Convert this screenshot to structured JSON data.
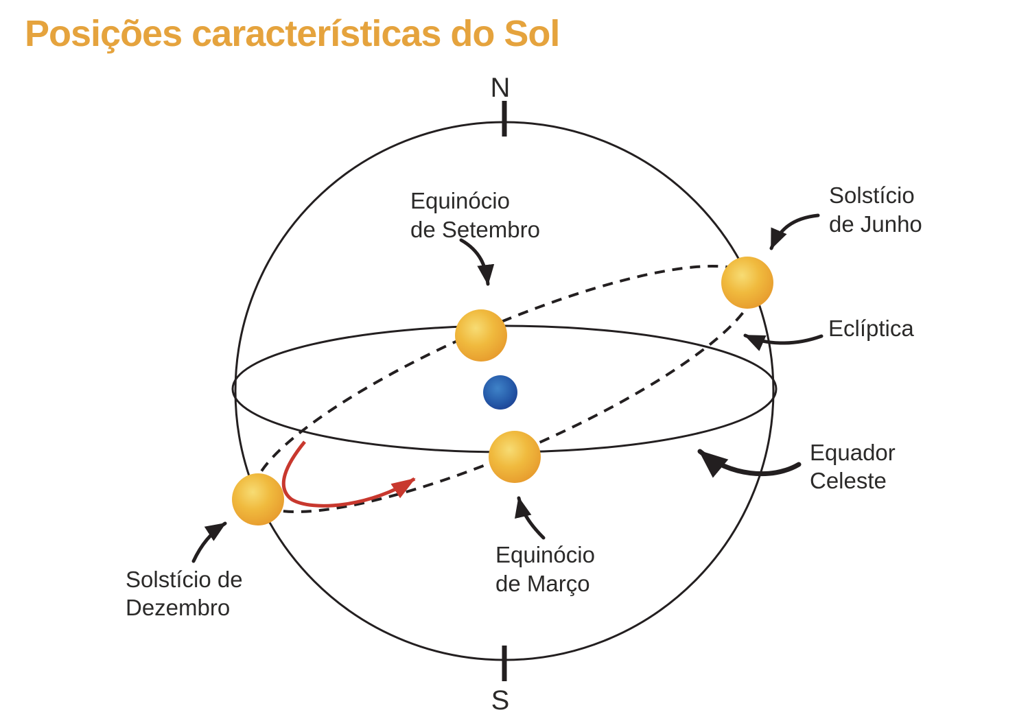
{
  "title": {
    "text": "Posições características do Sol",
    "color": "#E5A33D"
  },
  "diagram": {
    "cardinal": {
      "north": "N",
      "south": "S"
    },
    "labels": {
      "september_equinox": {
        "line1": "Equinócio",
        "line2": "de Setembro"
      },
      "june_solstice": {
        "line1": "Solstício",
        "line2": "de Junho"
      },
      "ecliptic": {
        "text": "Eclíptica"
      },
      "celestial_equator": {
        "line1": "Equador",
        "line2": "Celeste"
      },
      "march_equinox": {
        "line1": "Equinócio",
        "line2": "de Março"
      },
      "december_solstice": {
        "line1": "Solstício de",
        "line2": "Dezembro"
      }
    },
    "colors": {
      "line": "#231F20",
      "label_text": "#2B2A29",
      "sun_center": "#F7DC74",
      "sun_edge": "#E5952A",
      "earth_center": "#3F83C8",
      "earth_edge": "#1B3A8C",
      "motion_arrow": "#C8382E",
      "background": "#FFFFFF"
    }
  }
}
